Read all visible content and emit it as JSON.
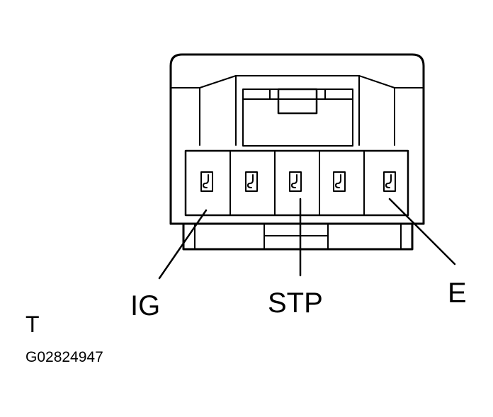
{
  "diagram": {
    "pin_labels": {
      "ig": "IG",
      "stp": "STP",
      "e": "E"
    },
    "view_label": "T",
    "figure_code": "G02824947",
    "line_color": "#000000",
    "background_color": "#ffffff",
    "terminal_count": 5
  }
}
